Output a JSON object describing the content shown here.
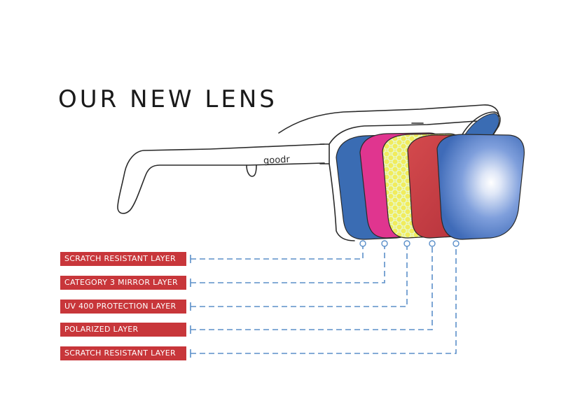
{
  "title": "OUR NEW LENS",
  "brand": {
    "logo_text": "goodr"
  },
  "layers": [
    {
      "label": "SCRATCH RESISTANT LAYER"
    },
    {
      "label": "CATEGORY 3 MIRROR LAYER"
    },
    {
      "label": "UV 400 PROTECTION LAYER"
    },
    {
      "label": "POLARIZED LAYER"
    },
    {
      "label": "SCRATCH RESISTANT LAYER"
    }
  ],
  "colors": {
    "label_bg": "#c8363a",
    "leader_line": "#5b8fc9",
    "lens_blue": "#3a6cb3",
    "lens_pink": "#e0358f",
    "lens_yellow": "#f1ec5c",
    "lens_red": "#c93a3e",
    "frame_stroke": "#2a2a2a"
  }
}
